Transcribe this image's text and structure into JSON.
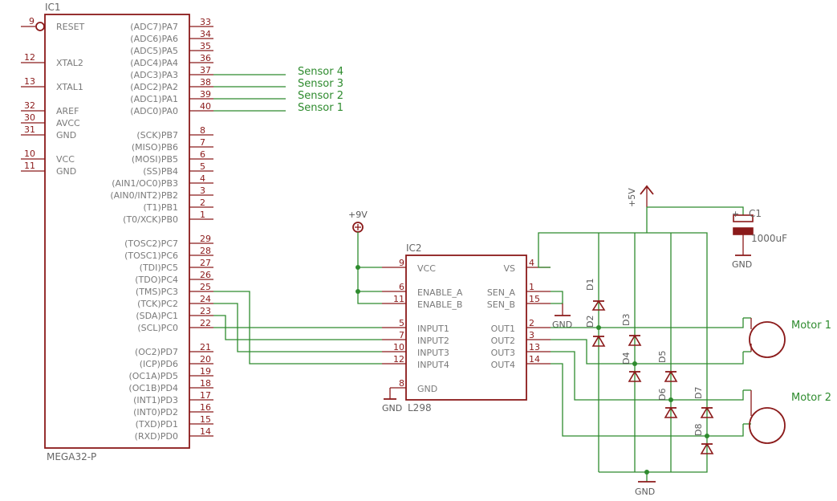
{
  "ic1": {
    "name": "IC1",
    "value": "MEGA32-P",
    "left_pins": [
      {
        "num": "9",
        "name": "RESET"
      },
      {
        "num": "12",
        "name": "XTAL2"
      },
      {
        "num": "13",
        "name": "XTAL1"
      },
      {
        "num": "32",
        "name": "AREF"
      },
      {
        "num": "30",
        "name": "AVCC"
      },
      {
        "num": "31",
        "name": "GND"
      },
      {
        "num": "10",
        "name": "VCC"
      },
      {
        "num": "11",
        "name": "GND"
      }
    ],
    "right_pins": [
      {
        "num": "33",
        "name": "(ADC7)PA7"
      },
      {
        "num": "34",
        "name": "(ADC6)PA6"
      },
      {
        "num": "35",
        "name": "(ADC5)PA5"
      },
      {
        "num": "36",
        "name": "(ADC4)PA4"
      },
      {
        "num": "37",
        "name": "(ADC3)PA3"
      },
      {
        "num": "38",
        "name": "(ADC2)PA2"
      },
      {
        "num": "39",
        "name": "(ADC1)PA1"
      },
      {
        "num": "40",
        "name": "(ADC0)PA0"
      },
      {
        "num": "8",
        "name": "(SCK)PB7"
      },
      {
        "num": "7",
        "name": "(MISO)PB6"
      },
      {
        "num": "6",
        "name": "(MOSI)PB5"
      },
      {
        "num": "5",
        "name": "(SS)PB4"
      },
      {
        "num": "4",
        "name": "(AIN1/OC0)PB3"
      },
      {
        "num": "3",
        "name": "(AIN0/INT2)PB2"
      },
      {
        "num": "2",
        "name": "(T1)PB1"
      },
      {
        "num": "1",
        "name": "(T0/XCK)PB0"
      },
      {
        "num": "29",
        "name": "(TOSC2)PC7"
      },
      {
        "num": "28",
        "name": "(TOSC1)PC6"
      },
      {
        "num": "27",
        "name": "(TDI)PC5"
      },
      {
        "num": "26",
        "name": "(TDO)PC4"
      },
      {
        "num": "25",
        "name": "(TMS)PC3"
      },
      {
        "num": "24",
        "name": "(TCK)PC2"
      },
      {
        "num": "23",
        "name": "(SDA)PC1"
      },
      {
        "num": "22",
        "name": "(SCL)PC0"
      },
      {
        "num": "21",
        "name": "(OC2)PD7"
      },
      {
        "num": "20",
        "name": "(ICP)PD6"
      },
      {
        "num": "19",
        "name": "(OC1A)PD5"
      },
      {
        "num": "18",
        "name": "(OC1B)PD4"
      },
      {
        "num": "17",
        "name": "(INT1)PD3"
      },
      {
        "num": "16",
        "name": "(INT0)PD2"
      },
      {
        "num": "15",
        "name": "(TXD)PD1"
      },
      {
        "num": "14",
        "name": "(RXD)PD0"
      }
    ]
  },
  "sensors": [
    "Sensor 4",
    "Sensor 3",
    "Sensor 2",
    "Sensor 1"
  ],
  "ic2": {
    "name": "IC2",
    "value": "L298",
    "left_pins": [
      {
        "num": "9",
        "name": "VCC"
      },
      {
        "num": "6",
        "name": "ENABLE_A"
      },
      {
        "num": "11",
        "name": "ENABLE_B"
      },
      {
        "num": "5",
        "name": "INPUT1"
      },
      {
        "num": "7",
        "name": "INPUT2"
      },
      {
        "num": "10",
        "name": "INPUT3"
      },
      {
        "num": "12",
        "name": "INPUT4"
      },
      {
        "num": "8",
        "name": "GND"
      }
    ],
    "right_pins": [
      {
        "num": "4",
        "name": "VS"
      },
      {
        "num": "1",
        "name": "SEN_A"
      },
      {
        "num": "15",
        "name": "SEN_B"
      },
      {
        "num": "2",
        "name": "OUT1"
      },
      {
        "num": "3",
        "name": "OUT2"
      },
      {
        "num": "13",
        "name": "OUT3"
      },
      {
        "num": "14",
        "name": "OUT4"
      }
    ]
  },
  "supplies": {
    "v9": "+9V",
    "v5": "+5V",
    "gnd": "GND"
  },
  "capacitor": {
    "name": "C1",
    "value": "1000uF"
  },
  "diodes": [
    "D1",
    "D2",
    "D3",
    "D4",
    "D5",
    "D6",
    "D7",
    "D8"
  ],
  "motors": [
    "Motor 1",
    "Motor 2"
  ],
  "colors": {
    "part": "#8b1a1a",
    "wire": "#2e8b2e",
    "text": "#7a7a7a"
  }
}
